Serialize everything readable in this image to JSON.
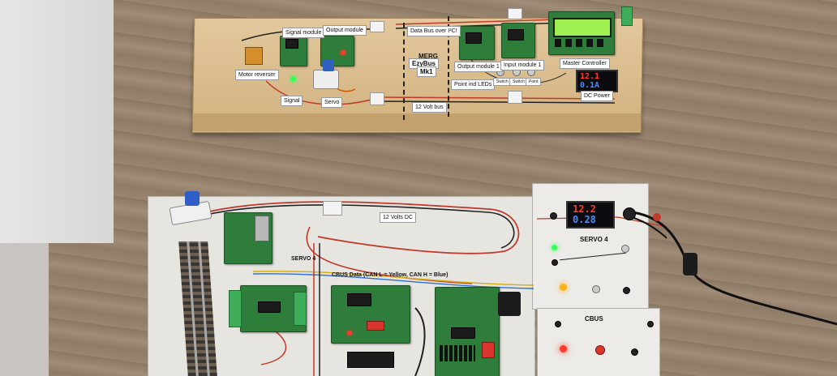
{
  "top_board": {
    "labels": {
      "signal_module": "Signal module",
      "output_module": "Output module",
      "motor_reverser": "Motor reverser",
      "signal": "Signal",
      "servo": "Servo",
      "data_bus": "Data Bus over I²C!",
      "merg": "MERG",
      "ezybus": "EzyBus",
      "mk1": "Mk1",
      "bus_12v": "12 Volt bus",
      "output_module_1": "Output module 1",
      "input_module_1": "Input module 1",
      "point_ind_leds": "Point ind LEDs",
      "master_controller": "Master Controller",
      "dc_power": "DC Power",
      "sw1": "Switch",
      "sw2": "Switch",
      "sw3": "Point"
    },
    "dc_display": {
      "top": "12.1",
      "bottom": "0.1A"
    }
  },
  "bottom_board": {
    "labels": {
      "volts_dc": "12 Volts  DC",
      "servo_rail": "SERVO 4",
      "cbus_data": "CBUS Data  (CAN L = Yellow,  CAN H = Blue)",
      "servo_panel": "SERVO 4",
      "cbus_panel": "CBUS"
    },
    "display": {
      "top": "12.2",
      "bottom": "0.28"
    }
  },
  "colors": {
    "wood": "#c9a878",
    "panel": "#e9e8e4",
    "led_red": "#ff3a2a",
    "led_green": "#39ff5a",
    "led_amber": "#ffb020"
  }
}
